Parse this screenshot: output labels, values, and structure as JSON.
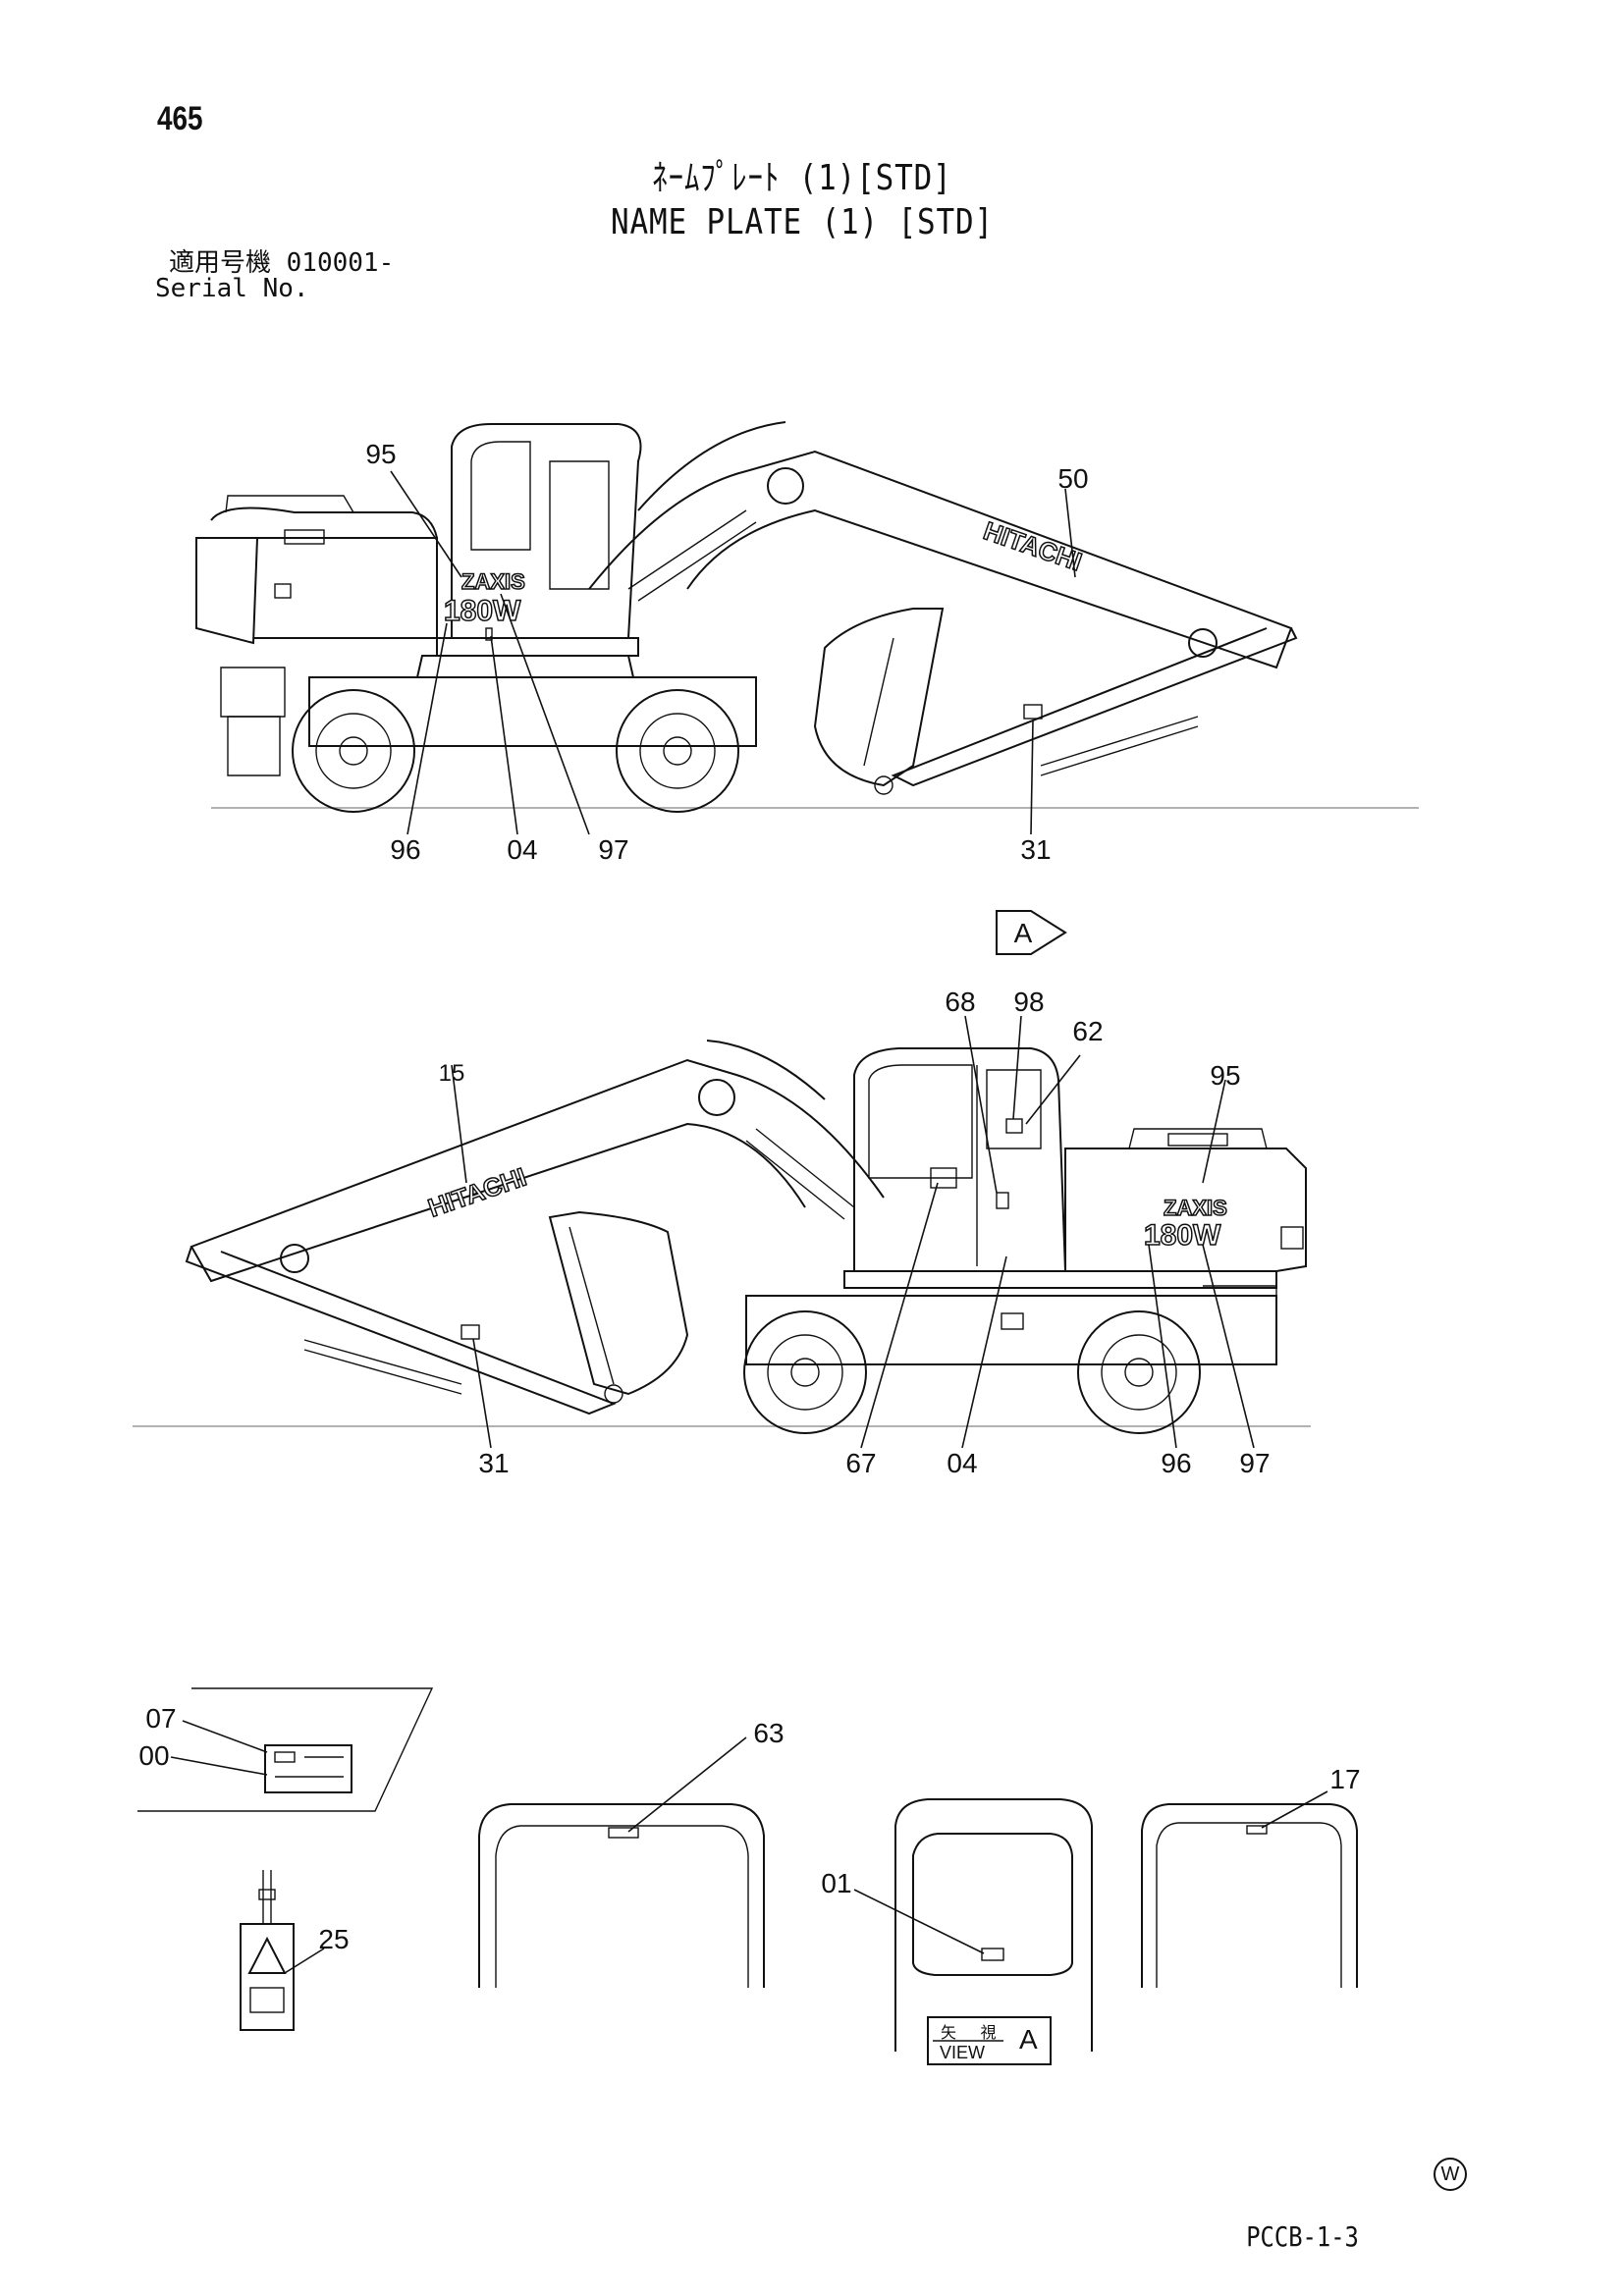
{
  "header": {
    "page_number": "465",
    "title_jp": "ﾈｰﾑﾌﾟﾚｰﾄ (1)[STD]",
    "title_en": "NAME PLATE (1) [STD]",
    "serial_jp": "適用号機 010001-",
    "serial_en": "Serial No."
  },
  "diagram_top": {
    "callouts": [
      "95",
      "50",
      "96",
      "04",
      "97",
      "31"
    ],
    "brand_text": "HITACHI",
    "model_text_1": "ZAXIS",
    "model_text_2": "180W"
  },
  "view_arrow": {
    "label": "A"
  },
  "diagram_bottom": {
    "callouts": [
      "68",
      "98",
      "62",
      "15",
      "95",
      "31",
      "67",
      "04",
      "96",
      "97"
    ],
    "brand_text": "HITACHI",
    "model_text_1": "ZAXIS",
    "model_text_2": "180W"
  },
  "details": {
    "callouts": [
      "07",
      "00",
      "63",
      "17",
      "25",
      "01"
    ],
    "view_label_top": "矢 視",
    "view_label_bottom": "VIEW",
    "view_letter": "A"
  },
  "footer": {
    "code": "PCCB-1-3",
    "mark": "W"
  }
}
